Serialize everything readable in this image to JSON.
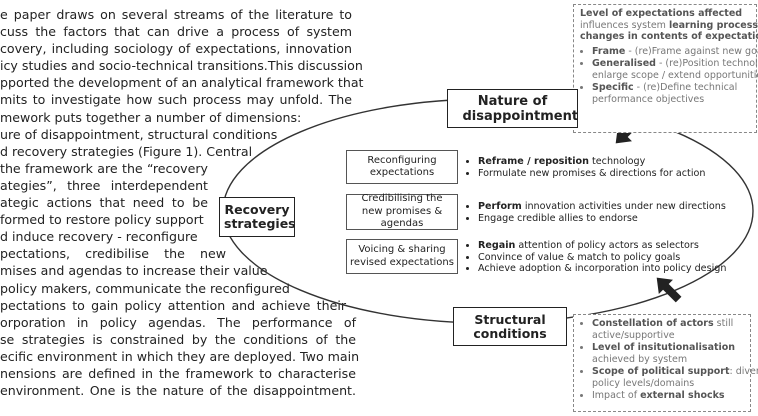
{
  "paragraph": [
    "e paper draws on several streams of the literature to",
    "cuss the factors that can drive a process of system",
    "covery, including sociology of expectations, innovation",
    "icy studies and socio-technical transitions.This discussion",
    "pported the development of an analytical framework that",
    "mits to investigate how such process may unfold. The",
    "mework puts together a number of dimensions:",
    "ure of disappointment, structural conditions",
    "d recovery strategies (Figure 1). Central",
    "the framework are the “recovery",
    "ategies”,   three   interdependent",
    "ategic actions that need to be",
    "formed to restore policy support",
    "d induce recovery - reconfigure",
    "pectations,   credibilise   the   new",
    "mises and agendas to increase their value",
    "policy makers, communicate the reconfigured",
    "pectations to gain policy attention and achieve their",
    "orporation in policy agendas. The performance of",
    "se strategies is constrained by the conditions of the",
    "ecific environment in which they are deployed. Two main",
    "nensions are defined in the framework to characterise",
    "environment. One is the nature of the disappointment."
  ],
  "figure": {
    "nature_box": "Nature of disappointment",
    "recovery_box": "Recovery strategies",
    "structural_box": "Structural conditions",
    "expectations_note": {
      "l1a": "Level of expectations affected",
      "l2a": "influences system ",
      "l2b": "learning processes",
      "l2c": " &",
      "l3": "changes in contents of expectations",
      "l3b": ":",
      "i1k": "Frame",
      "i1t": " - (re)Frame against new goals",
      "i2k": "Generalised",
      "i2t": " - (re)Position technology:",
      "i2t2": "enlarge scope / extend opportunities",
      "i3k": "Specific",
      "i3t": " - (re)Define technical",
      "i3t2": "performance objectives"
    },
    "structural_note": {
      "i1k": "Constellation of actors",
      "i1t": " still",
      "i1t2": "active/supportive",
      "i2k": "Level of insitutionalisation",
      "i2t": "achieved by system",
      "i3k": "Scope of political support",
      "i3t": ": diverse",
      "i3t2": "policy levels/domains",
      "i4t": "Impact of ",
      "i4k": "external shocks"
    },
    "strategies": [
      {
        "label": "Reconfiguring expectations",
        "b1k": "Reframe / reposition",
        "b1t": " technology",
        "b2t": "Formulate new promises & directions for action"
      },
      {
        "label": "Credibilising the new promises & agendas",
        "b1k": "Perform",
        "b1t": " innovation activities under new directions",
        "b2t": "Engage credible allies to endorse"
      },
      {
        "label": "Voicing & sharing revised expectations",
        "b1k": "Regain",
        "b1t": " attention of policy actors as selectors",
        "b2t": "Convince of value & match to policy goals",
        "b3t": "Achieve adoption & incorporation into policy design"
      }
    ]
  }
}
